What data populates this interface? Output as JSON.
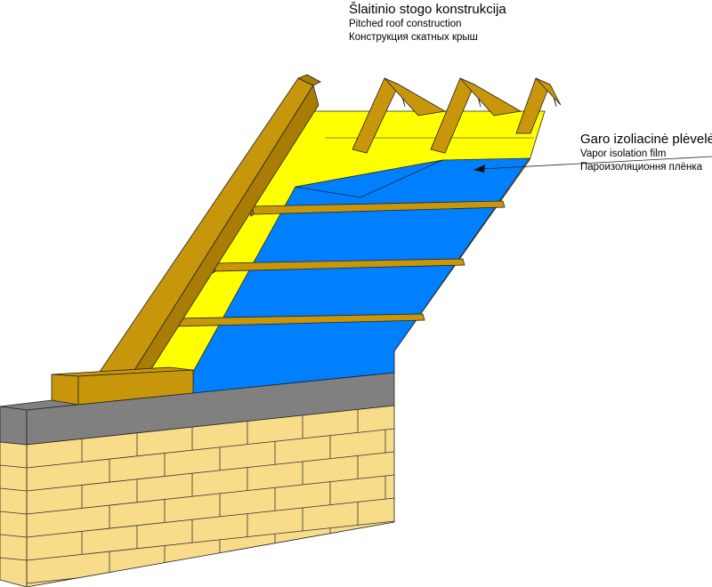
{
  "title": {
    "line_lt": "Šlaitinio stogo konstrukcija",
    "line_en": "Pitched roof construction",
    "line_ru": "Конструкция скатных крыш"
  },
  "callout": {
    "line_lt": "Garo izoliacinė plėvelė",
    "line_en": "Vapor isolation film",
    "line_ru": "Пароизоляционня плёнка"
  },
  "colors": {
    "timber": "#C8960A",
    "timber_dark": "#A97C05",
    "insulation": "#FFFF00",
    "vapor_film": "#0080FF",
    "concrete": "#808080",
    "brick": "#F9DC8A"
  }
}
